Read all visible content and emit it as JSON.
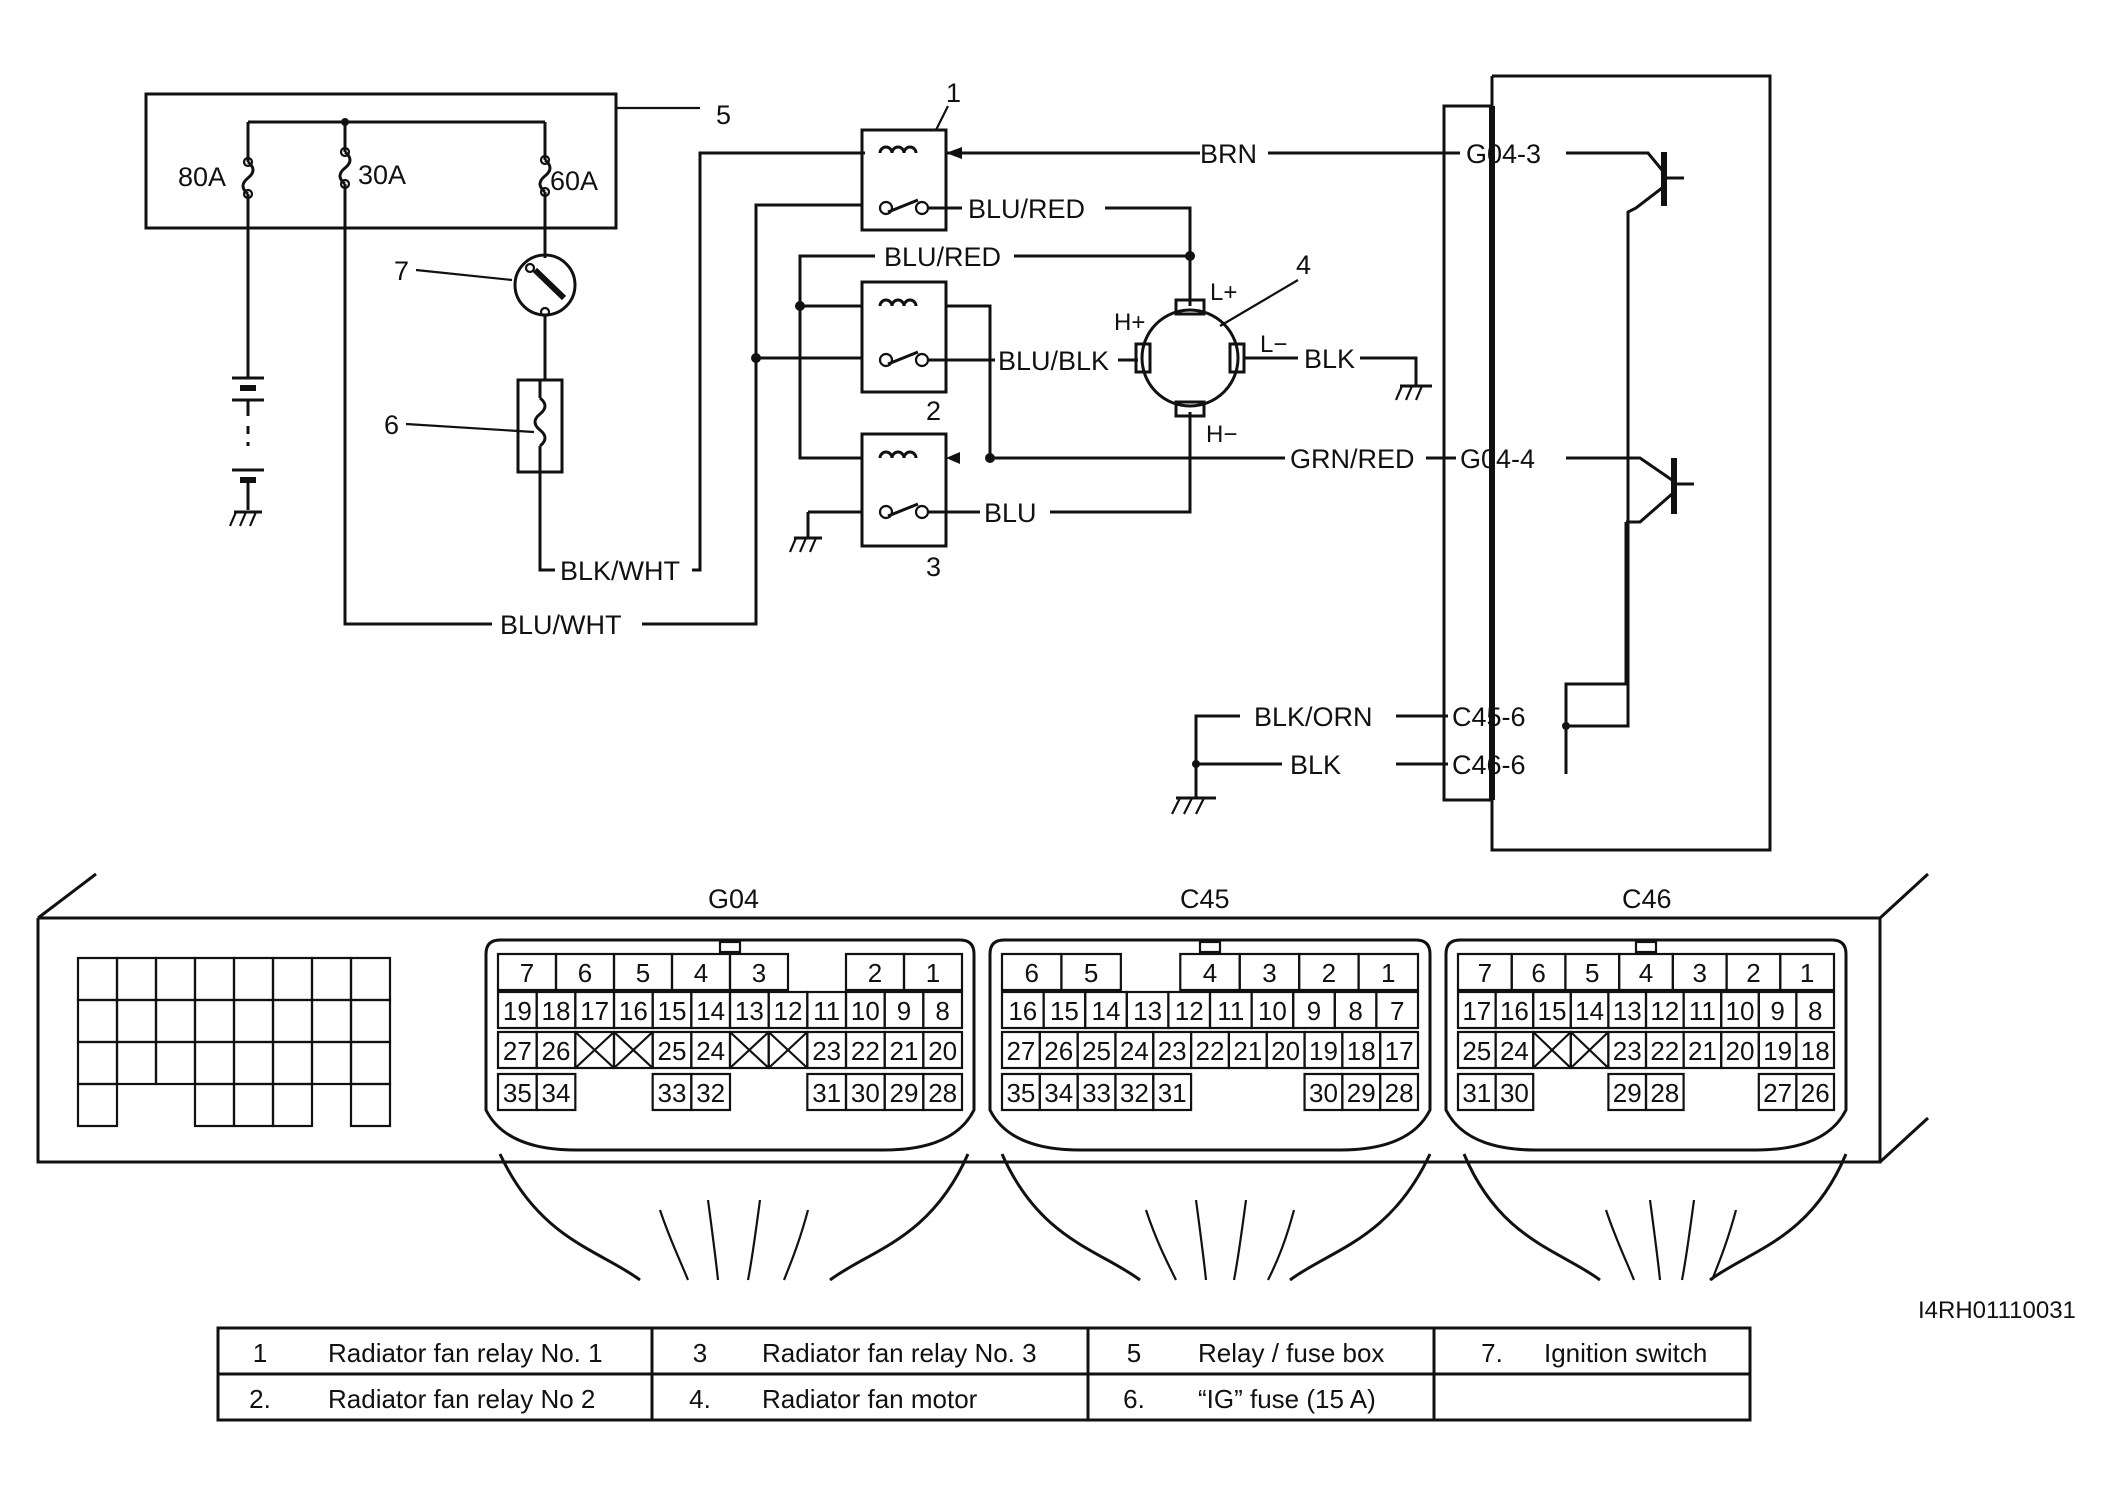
{
  "callouts": {
    "relay_fuse_box": "5",
    "ignition_switch": "7",
    "ig_fuse": "6",
    "relay1": "1",
    "relay2": "2",
    "relay3": "3",
    "fan_motor": "4"
  },
  "fuses": {
    "f80": "80A",
    "f30": "30A",
    "f60": "60A"
  },
  "wires": {
    "brn": "BRN",
    "blu_red_1": "BLU/RED",
    "blu_red_2": "BLU/RED",
    "blu_blk": "BLU/BLK",
    "blu": "BLU",
    "blk_motor": "BLK",
    "grn_red": "GRN/RED",
    "blk_wht": "BLK/WHT",
    "blu_wht": "BLU/WHT",
    "blk_orn": "BLK/ORN",
    "blk_gnd": "BLK"
  },
  "motor_terminals": {
    "h_plus": "H+",
    "l_plus": "L+",
    "l_minus": "L−",
    "h_minus": "H−"
  },
  "ecm_terminals": {
    "g04_3": "G04-3",
    "g04_4": "G04-4",
    "c45_6": "C45-6",
    "c46_6": "C46-6"
  },
  "connectors": {
    "g04": {
      "name": "G04",
      "rows": [
        [
          "7",
          "6",
          "5",
          "4",
          "3",
          "",
          "2",
          "1"
        ],
        [
          "19",
          "18",
          "17",
          "16",
          "15",
          "14",
          "13",
          "12",
          "11",
          "10",
          "9",
          "8"
        ],
        [
          "27",
          "26",
          "X",
          "X",
          "25",
          "24",
          "X",
          "X",
          "23",
          "22",
          "21",
          "20"
        ],
        [
          "35",
          "34",
          "",
          "",
          "33",
          "32",
          "",
          "",
          "31",
          "30",
          "29",
          "28"
        ]
      ]
    },
    "c45": {
      "name": "C45",
      "rows": [
        [
          "6",
          "5",
          "",
          "4",
          "3",
          "2",
          "1"
        ],
        [
          "16",
          "15",
          "14",
          "13",
          "12",
          "11",
          "10",
          "9",
          "8",
          "7"
        ],
        [
          "27",
          "26",
          "25",
          "24",
          "23",
          "22",
          "21",
          "20",
          "19",
          "18",
          "17"
        ],
        [
          "35",
          "34",
          "33",
          "32",
          "31",
          "",
          "",
          "",
          "30",
          "29",
          "28"
        ]
      ]
    },
    "c46": {
      "name": "C46",
      "rows": [
        [
          "7",
          "6",
          "5",
          "4",
          "3",
          "2",
          "1"
        ],
        [
          "17",
          "16",
          "15",
          "14",
          "13",
          "12",
          "11",
          "10",
          "9",
          "8"
        ],
        [
          "25",
          "24",
          "X",
          "X",
          "23",
          "22",
          "21",
          "20",
          "19",
          "18"
        ],
        [
          "31",
          "30",
          "",
          "",
          "29",
          "28",
          "",
          "",
          "27",
          "26"
        ]
      ]
    }
  },
  "figure_id": "I4RH01110031",
  "legend": [
    [
      "1",
      "Radiator fan relay No. 1"
    ],
    [
      "3",
      "Radiator fan relay No. 3"
    ],
    [
      "5",
      "Relay / fuse box"
    ],
    [
      "7.",
      "Ignition switch"
    ],
    [
      "2.",
      "Radiator fan relay No  2"
    ],
    [
      "4.",
      "Radiator fan motor"
    ],
    [
      "6.",
      "“IG” fuse (15 A)"
    ],
    [
      "",
      ""
    ]
  ]
}
